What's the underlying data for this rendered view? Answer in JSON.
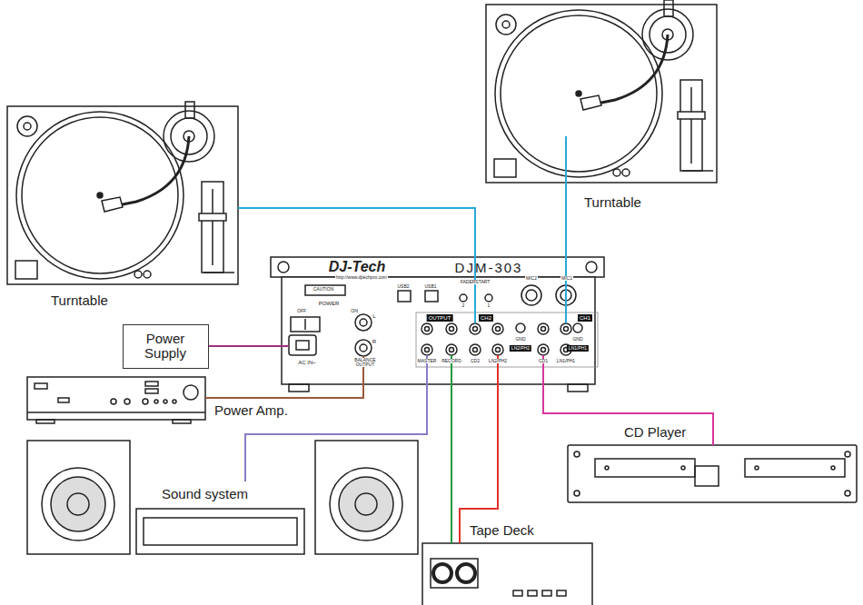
{
  "diagram": {
    "nodes": [
      {
        "text": [
          "Turntable"
        ]
      },
      {
        "text": [
          "Turntable"
        ]
      },
      {
        "text": [
          "DJ-Tech",
          "DJM-303",
          "http://www.djtechpro.com",
          "CAUTION",
          "POWER",
          "OFF",
          "ON",
          "AC IN~",
          "L",
          "R",
          "BALANCE OUTPUT",
          "USB2",
          "USB1",
          "FADERSTART",
          "2",
          "1",
          "MIC2",
          "MIC1",
          "OUTPUT",
          "CH2",
          "CH1",
          "GND",
          "GND",
          "LN2/PH2",
          "LN1/PH1",
          "MASTER",
          "RECORD",
          "CD2",
          "LN2/PH2",
          "CD1",
          "LN1/PH1"
        ]
      },
      {
        "text": [
          "Power Supply"
        ]
      },
      {
        "text": [
          "Power Amp."
        ]
      },
      {
        "text": [
          "CD Player"
        ]
      },
      {
        "text": [
          "Sound system"
        ]
      },
      {
        "text": [
          "Tape Deck"
        ]
      }
    ],
    "edges": [
      {
        "from": 0,
        "to": 2,
        "arrow": "none"
      },
      {
        "from": 1,
        "to": 2,
        "arrow": "none"
      },
      {
        "from": 3,
        "to": 2,
        "arrow": "none"
      },
      {
        "from": 2,
        "to": 4,
        "arrow": "none"
      },
      {
        "from": 2,
        "to": 6,
        "arrow": "none"
      },
      {
        "from": 2,
        "to": 7,
        "arrow": "none"
      },
      {
        "from": 7,
        "to": 2,
        "arrow": "none"
      },
      {
        "from": 2,
        "to": 5,
        "arrow": "none"
      }
    ]
  }
}
